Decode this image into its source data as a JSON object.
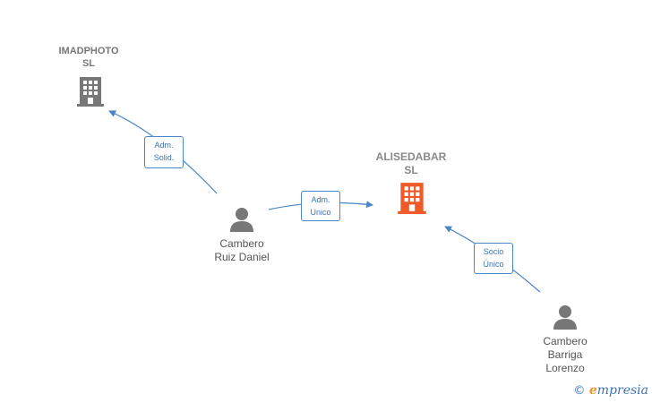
{
  "colors": {
    "edge": "#4a86c8",
    "company": "#777777",
    "company_focus": "#f05a28",
    "person": "#777777"
  },
  "nodes": {
    "imadphoto": {
      "label": "IMADPHOTO\nSL",
      "icon": "building-icon"
    },
    "alisedabar": {
      "label": "ALISEDABAR\nSL",
      "icon": "building-icon"
    },
    "cambero_ruiz": {
      "label": "Cambero\nRuiz Daniel",
      "icon": "person-icon"
    },
    "cambero_barriga": {
      "label": "Cambero\nBarriga\nLorenzo",
      "icon": "person-icon"
    }
  },
  "edges": {
    "adm_solid": {
      "label": "Adm.\nSolid."
    },
    "adm_unico": {
      "label": "Adm.\nUnico"
    },
    "socio_unico": {
      "label": "Socio\nÚnico"
    }
  },
  "footer": {
    "copyright_symbol": "©",
    "brand_initial": "e",
    "brand_rest": "mpresia"
  }
}
